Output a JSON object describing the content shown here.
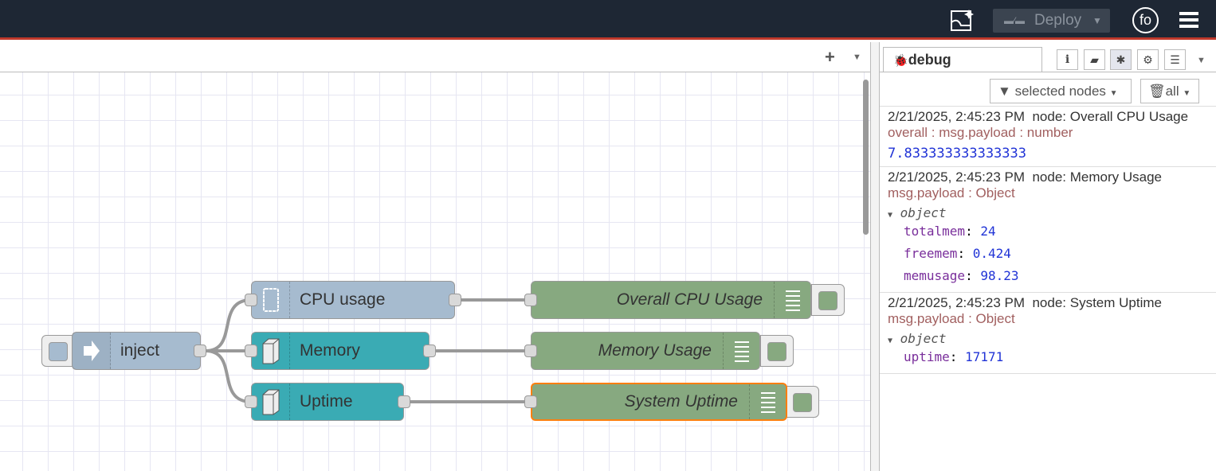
{
  "header": {
    "deploy_label": "Deploy",
    "user_initials": "fo",
    "icons": [
      "image-sparkle-icon",
      "deploy-icon",
      "user-avatar-icon",
      "menu-icon"
    ]
  },
  "canvas": {
    "add_label": "+",
    "nodes": {
      "inject": "inject",
      "cpu": "CPU usage",
      "memory": "Memory",
      "uptime": "Uptime",
      "dbg_cpu": "Overall CPU Usage",
      "dbg_mem": "Memory Usage",
      "dbg_up": "System Uptime"
    }
  },
  "sidebar": {
    "tab_label": "debug",
    "filter_label": "selected nodes",
    "clear_label": "all",
    "info_icon": "i",
    "messages": [
      {
        "meta": "2/21/2025, 2:45:23 PM  node: Overall CPU Usage",
        "path": "overall : msg.payload : number",
        "value": "7.833333333333333"
      },
      {
        "meta": "2/21/2025, 2:45:23 PM  node: Memory Usage",
        "path": "msg.payload : Object",
        "object_label": "object",
        "props": [
          {
            "key": "totalmem",
            "value": "24"
          },
          {
            "key": "freemem",
            "value": "0.424"
          },
          {
            "key": "memusage",
            "value": "98.23"
          }
        ]
      },
      {
        "meta": "2/21/2025, 2:45:23 PM  node: System Uptime",
        "path": "msg.payload : Object",
        "object_label": "object",
        "props": [
          {
            "key": "uptime",
            "value": "17171"
          }
        ]
      }
    ]
  },
  "colors": {
    "topbar": "#1e2734",
    "accent_red": "#c0392b",
    "inject": "#a6bbcf",
    "system": "#3aabb4",
    "debug": "#87a980",
    "selected": "#ff7f0e"
  }
}
